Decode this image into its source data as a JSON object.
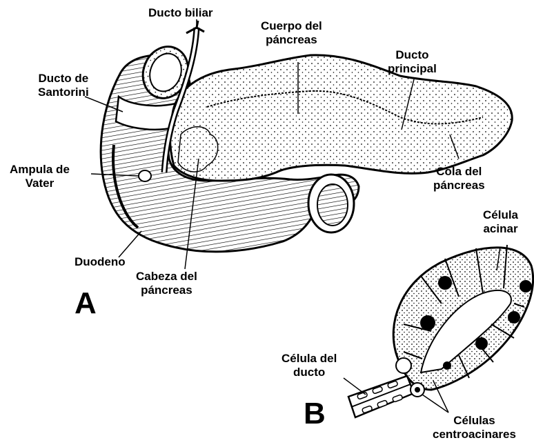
{
  "panels": {
    "a": "A",
    "b": "B"
  },
  "labels": {
    "ducto_biliar": "Ducto biliar",
    "cuerpo": [
      "Cuerpo del",
      "páncreas"
    ],
    "ducto_principal": [
      "Ducto",
      "principal"
    ],
    "ducto_santorini": [
      "Ducto de",
      "Santorini"
    ],
    "ampula": [
      "Ampula de",
      "Vater"
    ],
    "cola": [
      "Cola del",
      "páncreas"
    ],
    "duodeno": "Duodeno",
    "cabeza": [
      "Cabeza del",
      "páncreas"
    ],
    "celula_acinar": [
      "Célula",
      "acinar"
    ],
    "celula_ducto": [
      "Célula del",
      "ducto"
    ],
    "centroacinares": [
      "Células",
      "centroacinares"
    ]
  }
}
